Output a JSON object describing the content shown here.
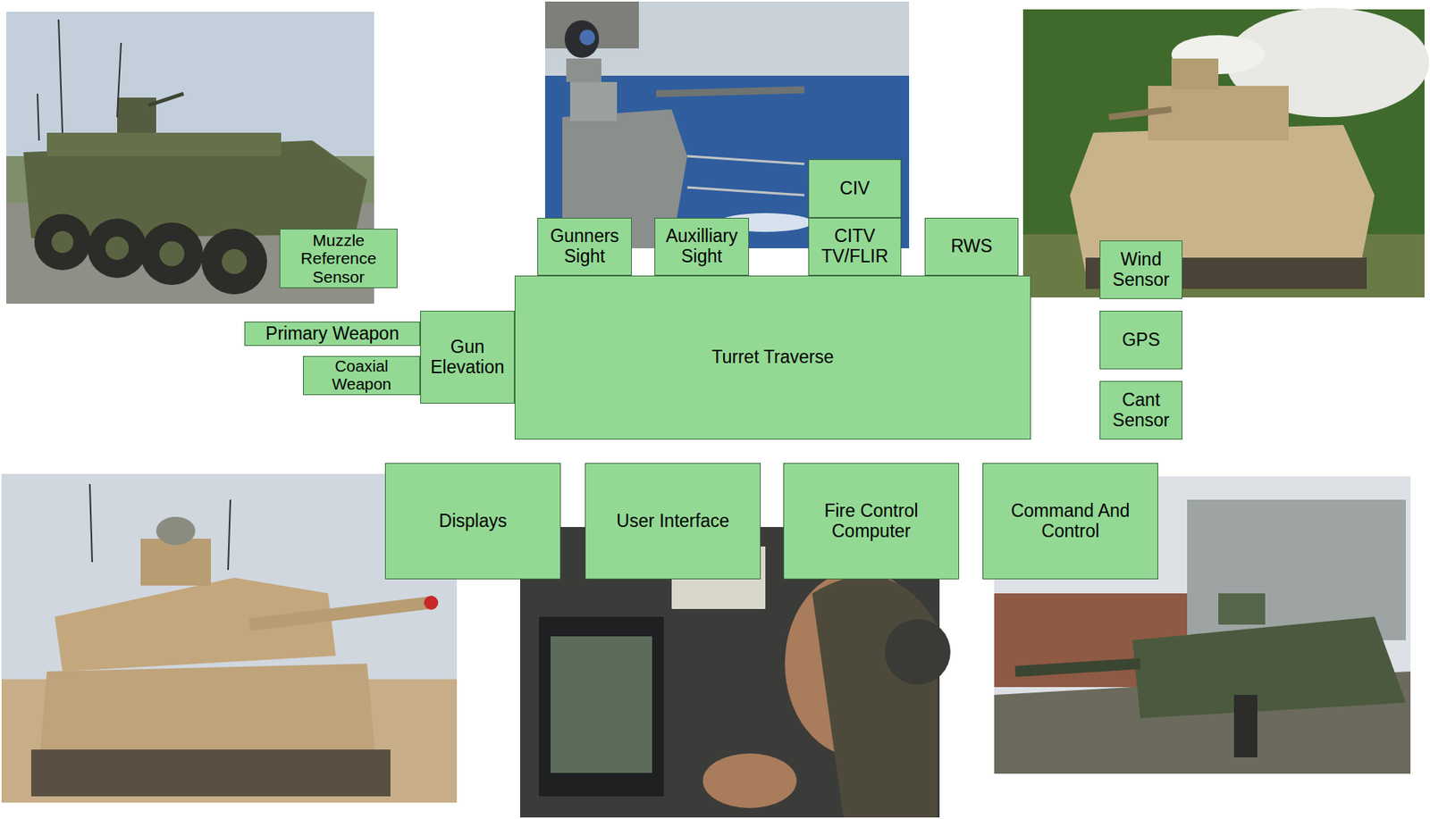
{
  "diagram": {
    "nodes": [
      {
        "text": [
          "Muzzle Reference Sensor"
        ]
      },
      {
        "text": [
          "Gunners Sight"
        ]
      },
      {
        "text": [
          "Auxilliary Sight"
        ]
      },
      {
        "text": [
          "CIV"
        ]
      },
      {
        "text": [
          "CITV TV/FLIR"
        ]
      },
      {
        "text": [
          "RWS"
        ]
      },
      {
        "text": [
          "Wind Sensor"
        ]
      },
      {
        "text": [
          "Primary Weapon"
        ]
      },
      {
        "text": [
          "Gun Elevation"
        ]
      },
      {
        "text": [
          "Turret Traverse"
        ]
      },
      {
        "text": [
          "Coaxial Weapon"
        ]
      },
      {
        "text": [
          "GPS"
        ]
      },
      {
        "text": [
          "Cant Sensor"
        ]
      },
      {
        "text": [
          "Displays"
        ]
      },
      {
        "text": [
          "User Interface"
        ]
      },
      {
        "text": [
          "Fire Control Computer"
        ]
      },
      {
        "text": [
          "Command And Control"
        ]
      }
    ]
  }
}
